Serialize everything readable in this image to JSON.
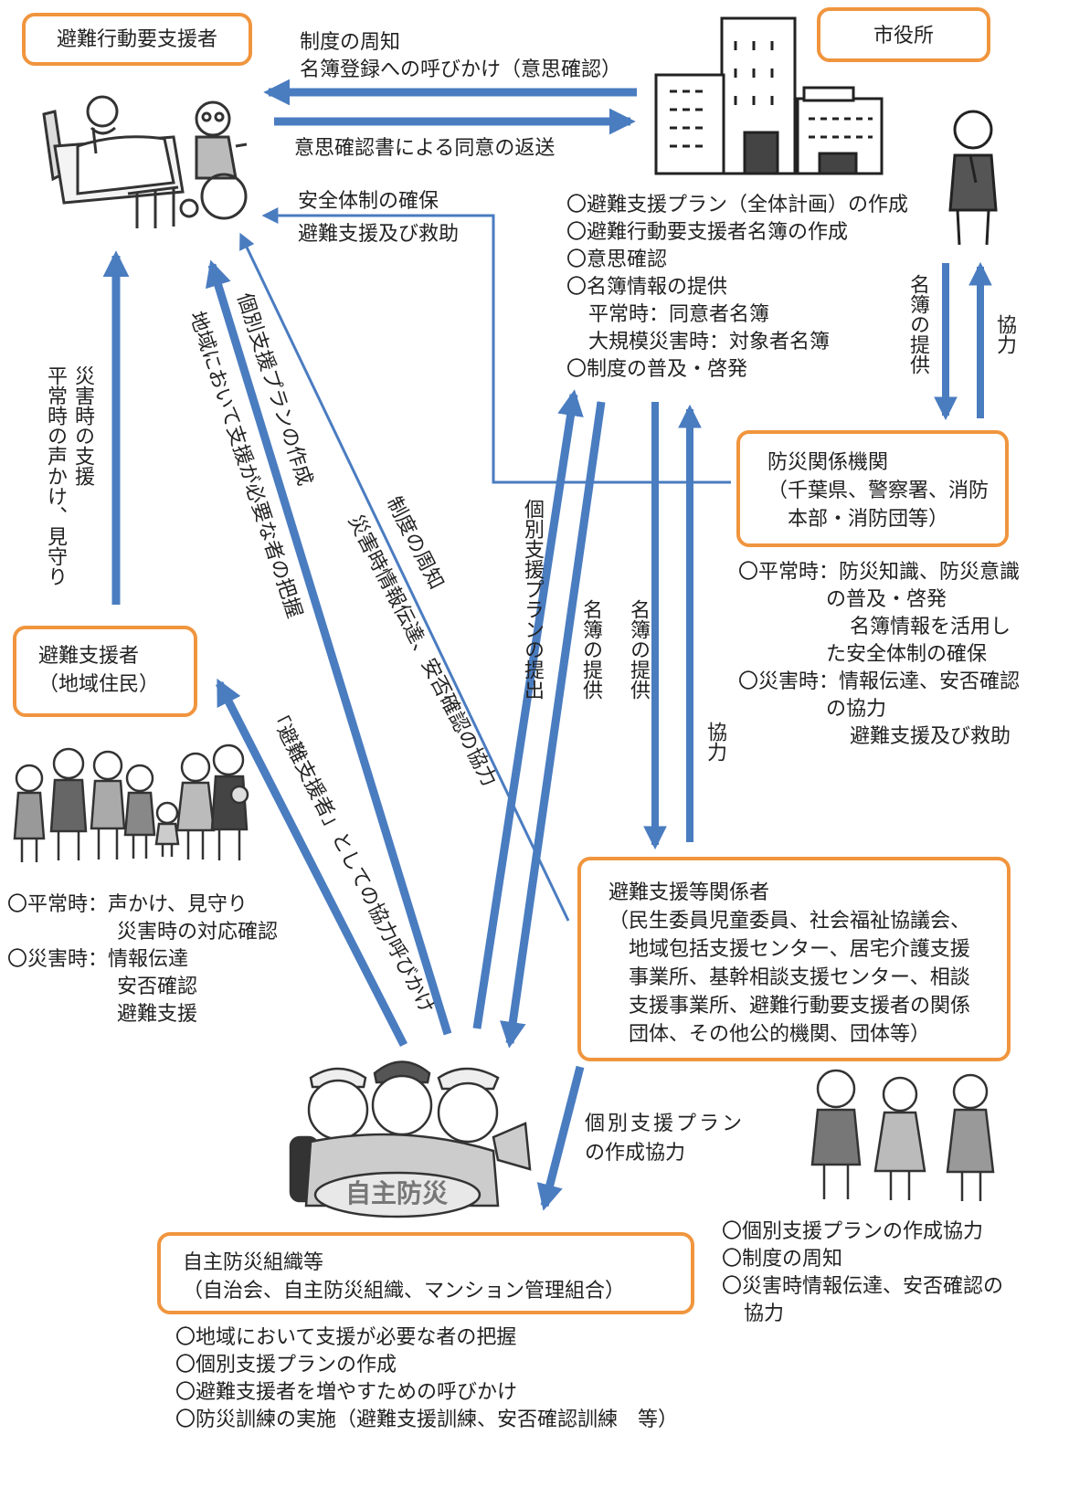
{
  "boxes": {
    "requiring": "避難行動要支援者",
    "city": "市役所",
    "supporter_title": "避難支援者",
    "supporter_sub": "（地域住民）",
    "disaster_title": "防災関係機関",
    "disaster_sub1": "（千葉県、警察署、消防",
    "disaster_sub2": "本部・消防団等）",
    "related_title": "避難支援等関係者",
    "related_lines": [
      "（民生委員児童委員、社会福祉協議会、",
      "地域包括支援センター、居宅介護支援",
      "事業所、基幹相談支援センター、相談",
      "支援事業所、避難行動要支援者の関係",
      "団体、その他公的機関、団体等）"
    ],
    "org_title": "自主防災組織等",
    "org_sub": "（自治会、自主防災組織、マンション管理組合）"
  },
  "arrow_labels": {
    "notice": "制度の周知",
    "call_register": "名簿登録への呼びかけ（意思確認）",
    "consent_return": "意思確認書による同意の返送",
    "safety": "安全体制の確保",
    "evac_rescue": "避難支援及び救助",
    "list_provide_v": "名簿の提供",
    "cooperate_v": "協力",
    "daily_watch": "災害時の支援",
    "daily_watch2": "平常時の声かけ、見守り",
    "plan_making": "個別支援プランの作成",
    "grasp": "地域において支援が必要な者の把握",
    "system_notice": "制度の周知",
    "disaster_info": "災害時情報伝達、安否確認の協力",
    "plan_submit": "個別支援プランの提出",
    "list_provide_a": "名簿の提供",
    "list_provide_b": "名簿の提供",
    "cooperate_b": "協力",
    "call_supporter": "「避難支援者」としての協力呼びかけ",
    "plan_coop1": "個別支援プラン",
    "plan_coop2": "の作成協力"
  },
  "city_tasks": [
    "〇避難支援プラン（全体計画）の作成",
    "〇避難行動要支援者名簿の作成",
    "〇意思確認",
    "〇名簿情報の提供",
    "平常時：同意者名簿",
    "大規模災害時：対象者名簿",
    "〇制度の普及・啓発"
  ],
  "disaster_tasks": [
    "〇平常時：防災知識、防災意識",
    "の普及・啓発",
    "名簿情報を活用し",
    "た安全体制の確保",
    "〇災害時：情報伝達、安否確認",
    "の協力",
    "避難支援及び救助"
  ],
  "supporter_tasks": [
    "〇平常時：声かけ、見守り",
    "災害時の対応確認",
    "〇災害時：情報伝達",
    "安否確認",
    "避難支援"
  ],
  "related_tasks": [
    "〇個別支援プランの作成協力",
    "〇制度の周知",
    "〇災害時情報伝達、安否確認の",
    "協力"
  ],
  "org_tasks": [
    "〇地域において支援が必要な者の把握",
    "〇個別支援プランの作成",
    "〇避難支援者を増やすための呼びかけ",
    "〇防災訓練の実施（避難支援訓練、安否確認訓練　等）"
  ],
  "badge": "自主防災",
  "colors": {
    "arrow": "#4a7cc0",
    "box_border": "#f0953e",
    "illustration": "#555555"
  },
  "icons": [
    "bed-patient-icon",
    "wheelchair-person-icon",
    "city-hall-building-icon",
    "official-man-icon",
    "residents-group-icon",
    "volunteers-group-icon",
    "helpers-group-icon"
  ]
}
